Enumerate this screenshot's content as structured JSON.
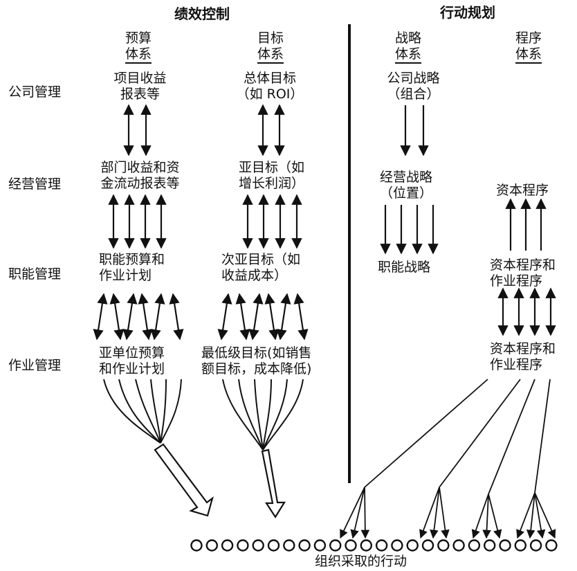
{
  "headings": {
    "performance_control": "绩效控制",
    "action_planning": "行动规划"
  },
  "levels": {
    "corporate": "公司管理",
    "operating": "经营管理",
    "functional": "职能管理",
    "operational": "作业管理"
  },
  "systems": {
    "budget": {
      "l1": "预算",
      "l2": "体系"
    },
    "target": {
      "l1": "目标",
      "l2": "体系"
    },
    "strategy": {
      "l1": "战略",
      "l2": "体系"
    },
    "program": {
      "l1": "程序",
      "l2": "体系"
    }
  },
  "budget_col": {
    "corporate": {
      "l1": "项目收益",
      "l2": "报表等"
    },
    "operating": {
      "l1": "部门收益和资",
      "l2": "金流动报表等"
    },
    "functional": {
      "l1": "职能预算和",
      "l2": "作业计划"
    },
    "operational": {
      "l1": "亚单位预算",
      "l2": "和作业计划"
    }
  },
  "target_col": {
    "corporate": {
      "l1": "总体目标",
      "l2": "（如 ROI）"
    },
    "operating": {
      "l1": "亚目标（如",
      "l2": "增长利润）"
    },
    "functional": {
      "l1": "次亚目标（如",
      "l2": "收益成本）"
    },
    "operational": {
      "l1": "最低级目标(如销售",
      "l2": "额目标，成本降低)"
    }
  },
  "strategy_col": {
    "corporate": {
      "l1": "公司战略",
      "l2": "（组合）"
    },
    "operating": {
      "l1": "经营战略",
      "l2": "（位置）"
    },
    "functional": {
      "l1": "职能战略"
    }
  },
  "program_col": {
    "operating": {
      "l1": "资本程序"
    },
    "functional": {
      "l1": "资本程序和",
      "l2": "作业程序"
    },
    "operational": {
      "l1": "资本程序和",
      "l2": "作业程序"
    }
  },
  "footer": {
    "actions_label": "组织采取的行动"
  },
  "action_circles": {
    "count": 24
  }
}
